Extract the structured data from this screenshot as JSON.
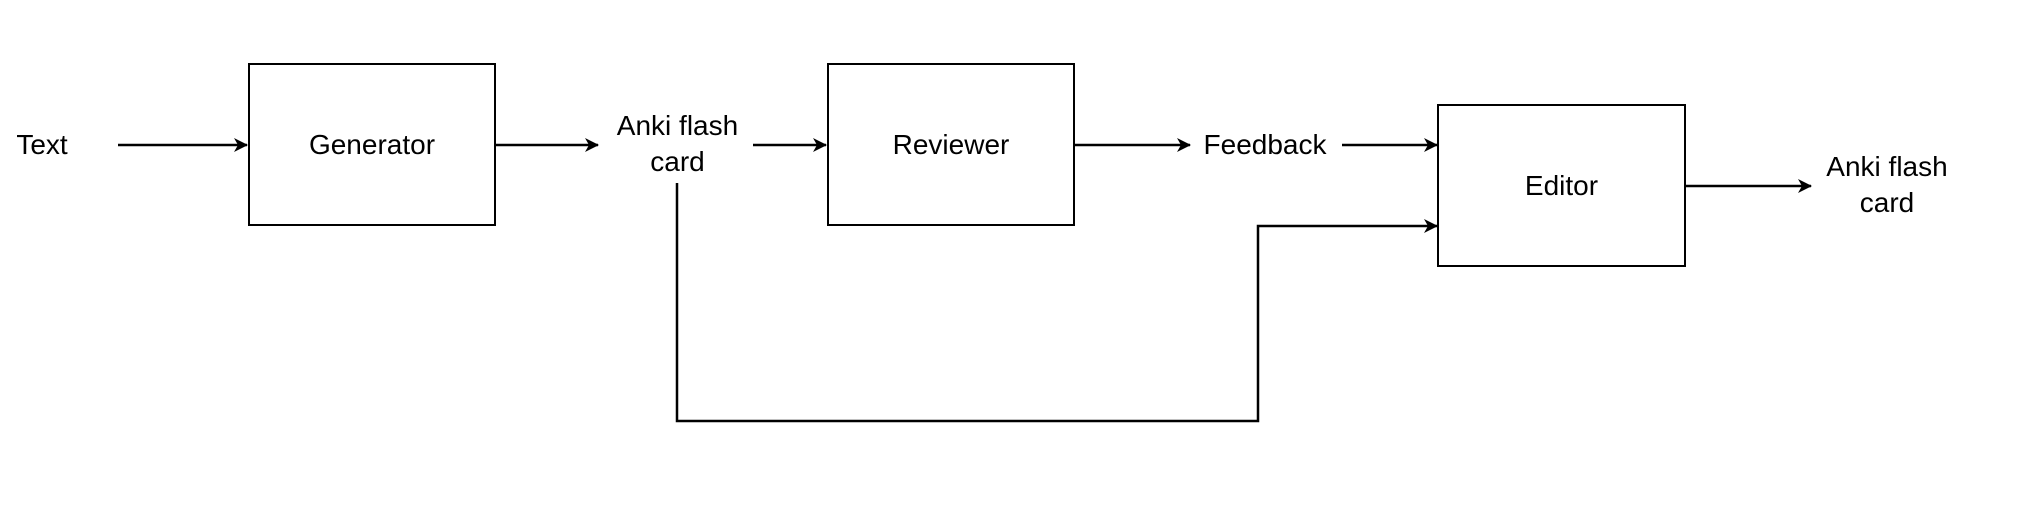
{
  "diagram": {
    "input_label": "Text",
    "generator_label": "Generator",
    "flashcard_label": "Anki flash card",
    "reviewer_label": "Reviewer",
    "feedback_label": "Feedback",
    "editor_label": "Editor",
    "output_label": "Anki flash card"
  }
}
